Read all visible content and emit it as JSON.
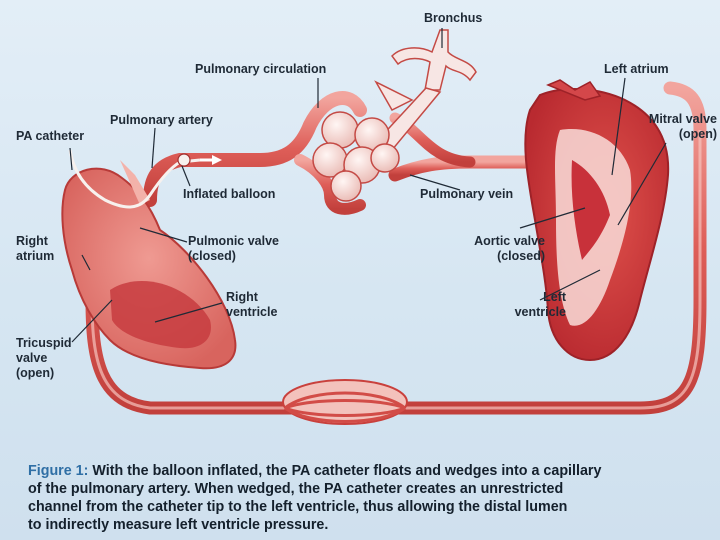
{
  "labels": {
    "bronchus": "Bronchus",
    "pulmonary_circulation": "Pulmonary circulation",
    "left_atrium": "Left atrium",
    "pa_catheter": "PA catheter",
    "pulmonary_artery": "Pulmonary artery",
    "mitral_valve_line1": "Mitral valve",
    "mitral_valve_line2": "(open)",
    "inflated_balloon": "Inflated balloon",
    "pulmonary_vein": "Pulmonary vein",
    "right_atrium_line1": "Right",
    "right_atrium_line2": "atrium",
    "pulmonic_valve_line1": "Pulmonic valve",
    "pulmonic_valve_line2": "(closed)",
    "aortic_valve_line1": "Aortic valve",
    "aortic_valve_line2": "(closed)",
    "right_ventricle_line1": "Right",
    "right_ventricle_line2": "ventricle",
    "left_ventricle_line1": "Left",
    "left_ventricle_line2": "ventricle",
    "tricuspid_line1": "Tricuspid",
    "tricuspid_line2": "valve",
    "tricuspid_line3": "(open)"
  },
  "caption": {
    "figure_label": "Figure 1:",
    "line1": "With the balloon inflated, the PA catheter floats and wedges into a capillary",
    "line2": "of the pulmonary artery. When wedged, the PA catheter creates an unrestricted",
    "line3": "channel from the catheter tip to the left ventricle, thus allowing the distal lumen",
    "line4": "to indirectly measure left ventricle pressure."
  },
  "colors": {
    "vessel": "#d9544f",
    "vessel_light": "#f0a09a",
    "tissue": "#c9363a",
    "bronchus_fill": "#f6e4e2",
    "text": "#1f2a36",
    "figure_label": "#2f6fa5"
  }
}
